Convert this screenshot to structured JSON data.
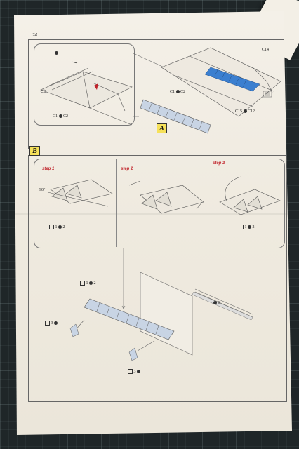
{
  "page": {
    "number": "24"
  },
  "sectionA": {
    "label": "A",
    "callouts": {
      "left_bottom": "C1",
      "left_bottom_2": "C2",
      "center_left": "C1",
      "center_right": "C2",
      "right_top": "C14",
      "right_bottom_left": "C15",
      "right_bottom_right": "C12"
    },
    "colors": {
      "highlight": "#3b7fd0",
      "part_fill": "#c8d4e4"
    }
  },
  "sectionB": {
    "label": "B",
    "steps": [
      {
        "label": "step 1",
        "angle": "90°",
        "parts": [
          "1",
          "2"
        ]
      },
      {
        "label": "step 2"
      },
      {
        "label": "step 3",
        "parts": [
          "1",
          "2"
        ]
      }
    ],
    "callouts": {
      "top_parts": [
        "1",
        "2"
      ],
      "left_part": "3",
      "bottom_part": "3",
      "right_part": "6"
    },
    "colors": {
      "step_text": "#c0242b"
    }
  }
}
